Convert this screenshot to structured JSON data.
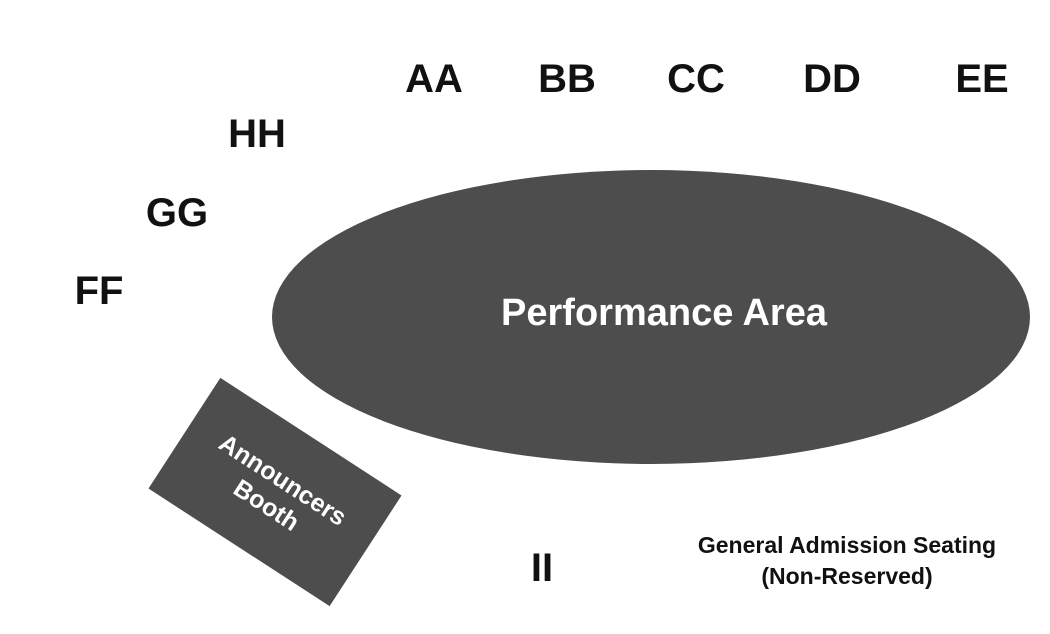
{
  "sections": {
    "aa": "AA",
    "bb": "BB",
    "cc": "CC",
    "dd": "DD",
    "ee": "EE",
    "ff": "FF",
    "gg": "GG",
    "hh": "HH",
    "ii": "II"
  },
  "performance_area": {
    "label": "Performance Area",
    "color": "#4d4d4d"
  },
  "announcers_booth": {
    "line1": "Announcers",
    "line2": "Booth",
    "color": "#4d4d4d"
  },
  "general_admission": {
    "line1": "General Admission Seating",
    "line2": "(Non-Reserved)"
  }
}
